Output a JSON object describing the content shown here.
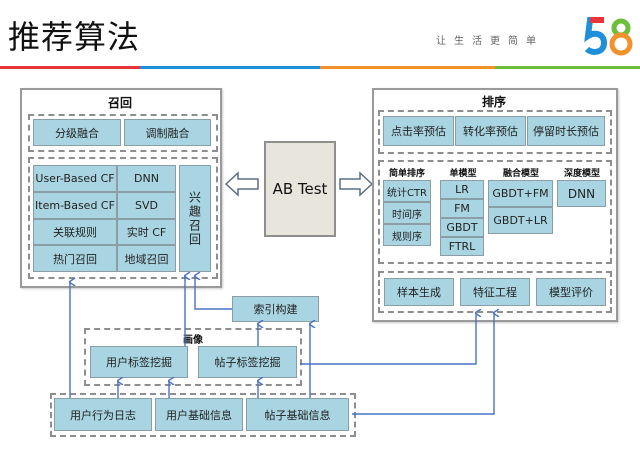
{
  "header": {
    "title": "推荐算法",
    "slogan": "让生活更简单",
    "logo_text": [
      "5",
      "8"
    ],
    "stripe_colors": [
      "#e8343b",
      "#1e8fd8",
      "#f5912a",
      "#6cbf3a"
    ]
  },
  "recall": {
    "title": "召回",
    "fusion": [
      "分级融合",
      "调制融合"
    ],
    "methods": [
      [
        "User-Based CF",
        "DNN"
      ],
      [
        "Item-Based CF",
        "SVD"
      ],
      [
        "关联规则",
        "实时 CF"
      ],
      [
        "热门召回",
        "地域召回"
      ]
    ],
    "interest": "兴趣召回"
  },
  "abtest": {
    "label": "AB Test"
  },
  "ranking": {
    "title": "排序",
    "predictions": [
      "点击率预估",
      "转化率预估",
      "停留时长预估"
    ],
    "groups": [
      {
        "title": "简单排序",
        "items": [
          "统计CTR",
          "时间序",
          "规则序"
        ]
      },
      {
        "title": "单模型",
        "items": [
          "LR",
          "FM",
          "GBDT",
          "FTRL"
        ]
      },
      {
        "title": "融合模型",
        "items": [
          "GBDT+FM",
          "GBDT+LR"
        ]
      },
      {
        "title": "深度模型",
        "items": [
          "DNN"
        ]
      }
    ],
    "pipeline": [
      "样本生成",
      "特征工程",
      "模型评价"
    ]
  },
  "index_build": "索引构建",
  "profile": {
    "title": "画像",
    "items": [
      "用户标签挖掘",
      "帖子标签挖掘"
    ]
  },
  "sources": [
    "用户行为日志",
    "用户基础信息",
    "帖子基础信息"
  ],
  "colors": {
    "box": "#a9d5e2",
    "arrow": "#4a72c4",
    "abtest": "#e8e5dc"
  }
}
